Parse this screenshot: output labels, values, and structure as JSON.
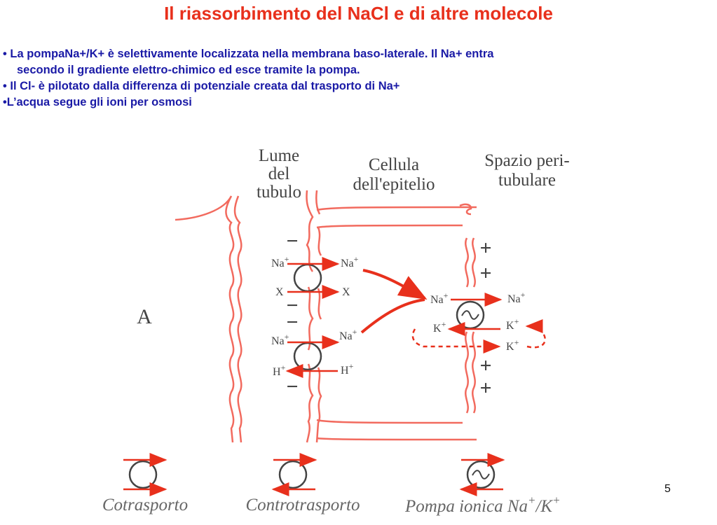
{
  "title": "Il riassorbimento del NaCl e di altre molecole",
  "bullets": [
    "• La pompaNa+/K+ è selettivamente localizzata nella membrana baso-laterale. Il Na+ entra",
    "secondo il gradiente elettro-chimico ed esce tramite la pompa.",
    "• Il Cl- è pilotato dalla differenza di potenziale creata dal trasporto di Na+",
    "•L’acqua segue gli ioni per osmosi"
  ],
  "diagram": {
    "headers": {
      "lumen": [
        "Lume",
        "del",
        "tubulo"
      ],
      "cell": [
        "Cellula",
        "dell'epitelio"
      ],
      "peritubular": [
        "Spazio peri-",
        "tubulare"
      ]
    },
    "panel_label": "A",
    "ions": {
      "na": "Na",
      "x": "X",
      "h": "H",
      "k": "K",
      "plus": "+"
    },
    "apical_charges": [
      "−",
      "−",
      "−",
      "−"
    ],
    "basolateral_charges": [
      "+",
      "+",
      "+",
      "+"
    ],
    "legend": {
      "cotransport": "Cotrasporto",
      "countertransport": "Controtrasporto",
      "pump": "Pompa ionica Na",
      "pump_suffix_k": "/K",
      "plus": "+"
    },
    "colors": {
      "membrane": "#f26a5e",
      "arrow": "#e8301c",
      "label": "#444444",
      "legend_text": "#666666"
    }
  },
  "page_number": "5"
}
